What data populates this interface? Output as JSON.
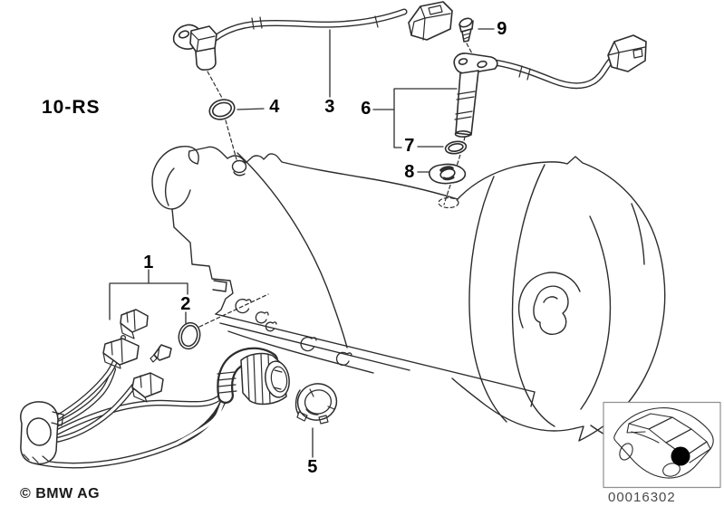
{
  "title": {
    "section_code": "10-RS"
  },
  "callouts": [
    {
      "label": "1"
    },
    {
      "label": "2"
    },
    {
      "label": "3"
    },
    {
      "label": "4"
    },
    {
      "label": "5"
    },
    {
      "label": "6"
    },
    {
      "label": "7"
    },
    {
      "label": "8"
    },
    {
      "label": "9"
    }
  ],
  "footer": {
    "copyright": "© BMW AG"
  },
  "locator": {
    "diagram_number": "00016302"
  },
  "colors": {
    "line": "#2d2d2d",
    "background": "#ffffff",
    "label": "#000000",
    "box_border": "#8f8f8f",
    "location_dot": "#000000"
  }
}
